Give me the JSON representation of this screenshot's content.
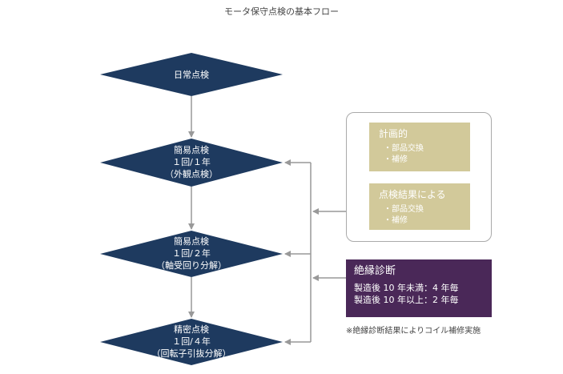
{
  "title": "モータ保守点検の基本フロー",
  "colors": {
    "diamond": "#1e3a5f",
    "plan_box": "#d2c99a",
    "insulation_box": "#4a2858",
    "connector": "#999999"
  },
  "flow": [
    {
      "lines": [
        "日常点検"
      ]
    },
    {
      "lines": [
        "簡易点検",
        "１回/１年",
        "（外観点検）"
      ]
    },
    {
      "lines": [
        "簡易点検",
        "１回/２年",
        "（軸受回り分解）"
      ]
    },
    {
      "lines": [
        "精密点検",
        "１回/４年",
        "（回転子引抜分解）"
      ]
    }
  ],
  "planned": {
    "heading": "計画的",
    "items": [
      "部品交換",
      "補修"
    ]
  },
  "by_result": {
    "heading": "点検結果による",
    "items": [
      "部品交換",
      "補修"
    ]
  },
  "insulation": {
    "heading": "絶縁診断",
    "lines": [
      "製造後 10 年未満：4 年毎",
      "製造後 10 年以上：2 年毎"
    ]
  },
  "note": "※絶縁診断結果によりコイル補修実施"
}
